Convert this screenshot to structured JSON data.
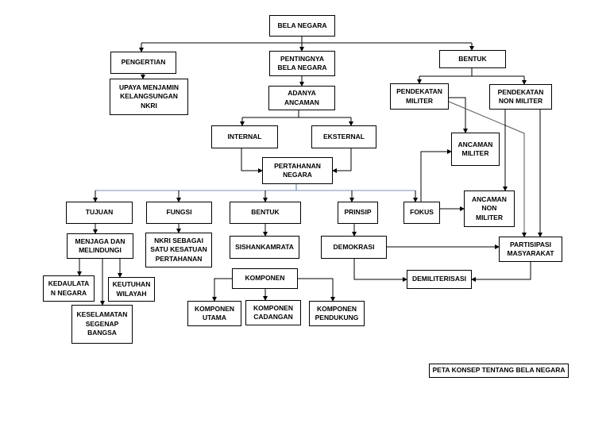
{
  "diagram": {
    "root": "BELA NEGARA",
    "pengertian": "PENGERTIAN",
    "upaya": "UPAYA MENJAMIN\nKELANGSUNGAN\nNKRI",
    "pentingnya": "PENTINGNYA\nBELA NEGARA",
    "adanya_ancaman": "ADANYA\nANCAMAN",
    "internal": "INTERNAL",
    "eksternal": "EKSTERNAL",
    "pertahanan": "PERTAHANAN\nNEGARA",
    "bentuk_top": "BENTUK",
    "pendekatan_militer": "PENDEKATAN\nMILITER",
    "pendekatan_non_militer": "PENDEKATAN\nNON MILITER",
    "ancaman_militer": "ANCAMAN\nMILITER",
    "ancaman_non_militer": "ANCAMAN\nNON\nMILITER",
    "tujuan": "TUJUAN",
    "fungsi": "FUNGSI",
    "bentuk_mid": "BENTUK",
    "prinsip": "PRINSIP",
    "fokus": "FOKUS",
    "menjaga": "MENJAGA DAN\nMELINDUNGI",
    "nkri_sebagai": "NKRI SEBAGAI\nSATU KESATUAN\nPERTAHANAN",
    "sishankamrata": "SISHANKAMRATA",
    "demokrasi": "DEMOKRASI",
    "partisipasi": "PARTISIPASI\nMASYARAKAT",
    "demiliterisasi": "DEMILITERISASI",
    "kedaulatan": "KEDAULATA\nN NEGARA",
    "keutuhan": "KEUTUHAN\nWILAYAH",
    "keselamatan": "KESELAMATAN\nSEGENAP\nBANGSA",
    "komponen": "KOMPONEN",
    "komponen_utama": "KOMPONEN\nUTAMA",
    "komponen_cadangan": "KOMPONEN\nCADANGAN",
    "komponen_pendukung": "KOMPONEN\nPENDUKUNG",
    "caption": "PETA KONSEP TENTANG BELA NEGARA"
  }
}
